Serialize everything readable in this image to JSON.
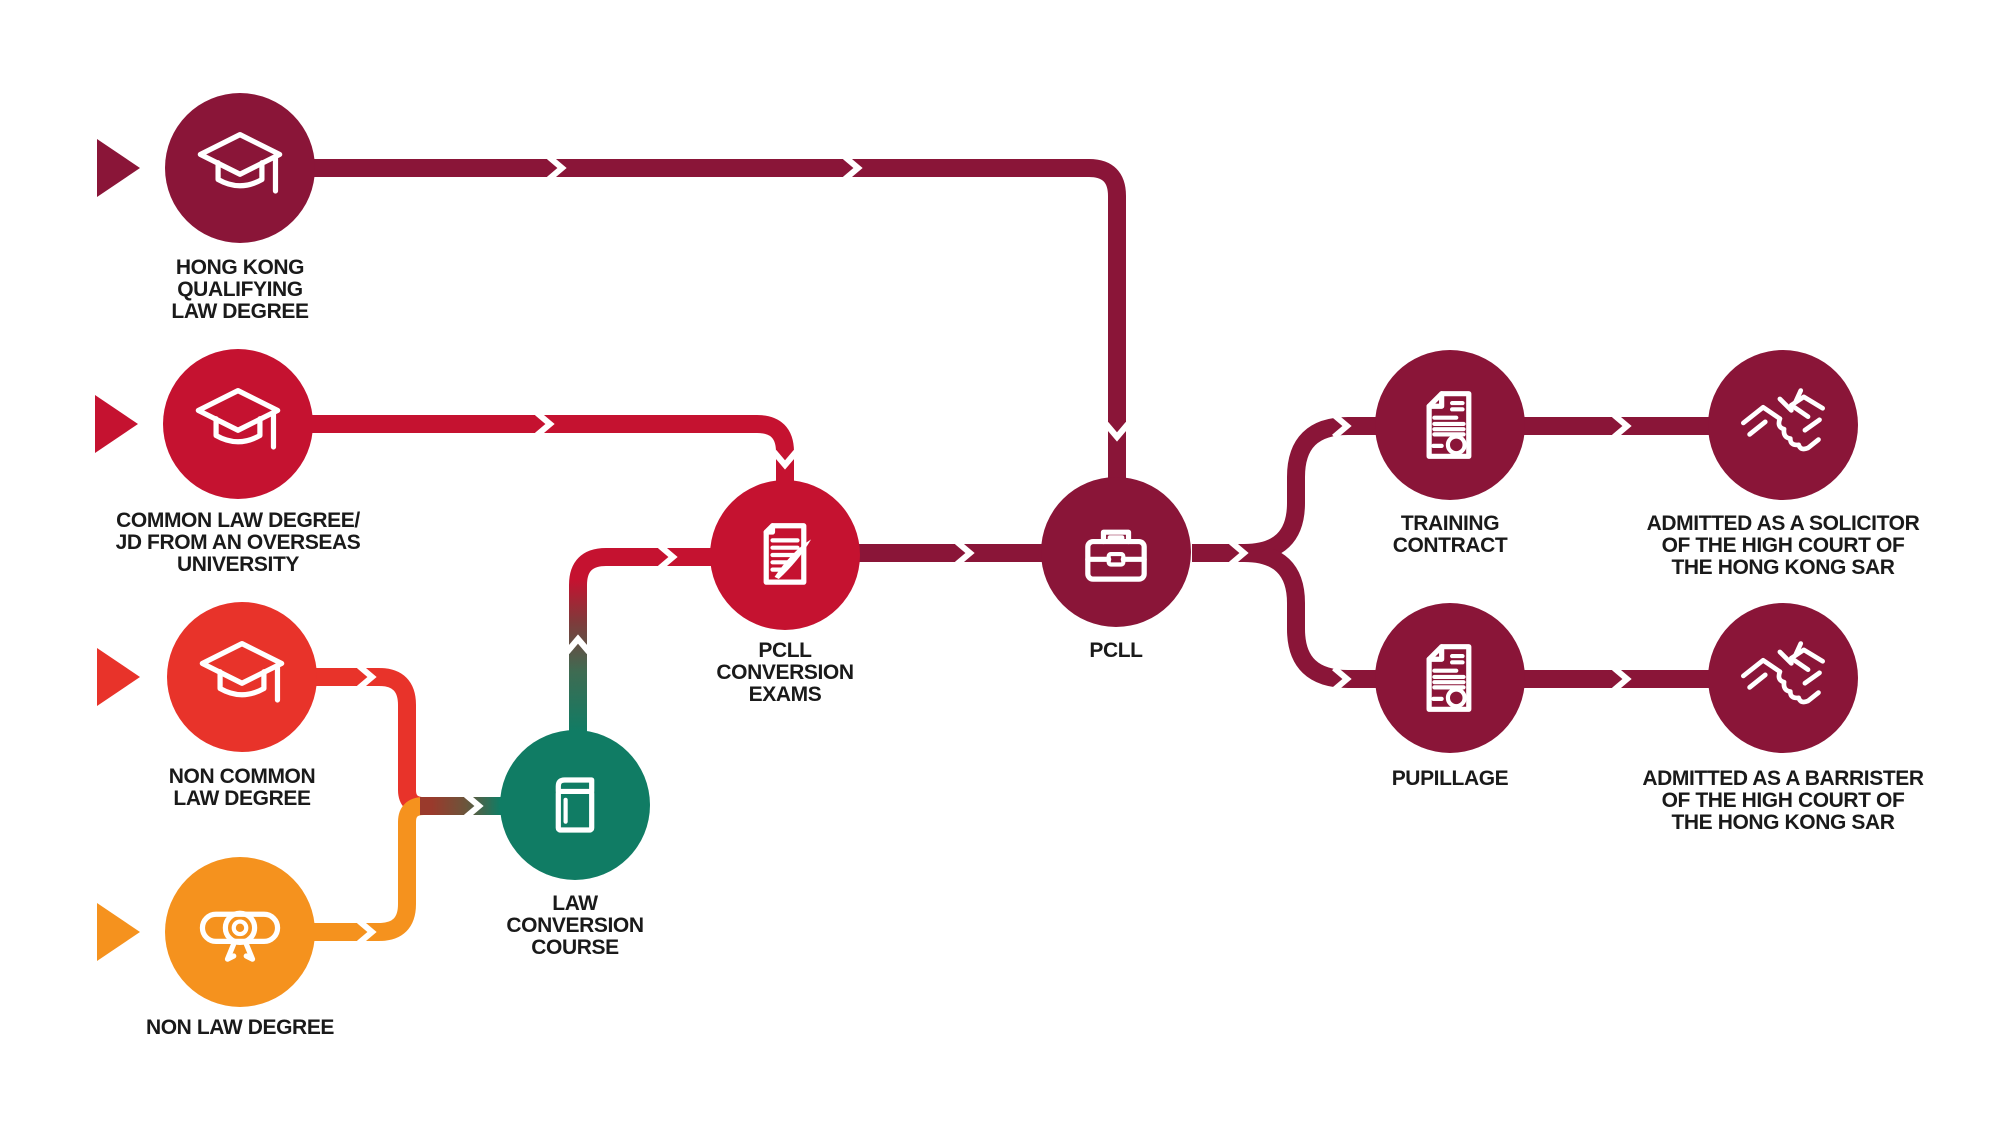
{
  "canvas": {
    "background": "#FFFFFF"
  },
  "colors": {
    "maroon": "#8A1538",
    "crimson": "#C51230",
    "red": "#E8332A",
    "orange": "#F5921E",
    "green": "#107C64",
    "label_text": "#1A1A1A",
    "chevron": "#FFFFFF"
  },
  "nodes": {
    "hk_degree": {
      "label": "HONG KONG\nQUALIFYING\nLAW DEGREE",
      "icon": "graduation-cap-icon",
      "color": "#8A1538"
    },
    "common_law": {
      "label": "COMMON LAW DEGREE/\nJD FROM AN OVERSEAS\nUNIVERSITY",
      "icon": "graduation-cap-icon",
      "color": "#C51230"
    },
    "non_common": {
      "label": "NON COMMON\nLAW DEGREE",
      "icon": "graduation-cap-icon",
      "color": "#E8332A"
    },
    "non_law": {
      "label": "NON LAW DEGREE",
      "icon": "diploma-icon",
      "color": "#F5921E"
    },
    "law_conversion": {
      "label": "LAW\nCONVERSION\nCOURSE",
      "icon": "book-icon",
      "color": "#107C64"
    },
    "pcll_conversion": {
      "label": "PCLL\nCONVERSION\nEXAMS",
      "icon": "exam-paper-pen-icon",
      "color": "#C51230"
    },
    "pcll": {
      "label": "PCLL",
      "icon": "briefcase-icon",
      "color": "#8A1538"
    },
    "training_contract": {
      "label": "TRAINING\nCONTRACT",
      "icon": "contract-document-icon",
      "color": "#8A1538"
    },
    "solicitor": {
      "label": "ADMITTED AS A SOLICITOR\nOF THE HIGH COURT OF\nTHE HONG KONG SAR",
      "icon": "handshake-icon",
      "color": "#8A1538"
    },
    "pupillage": {
      "label": "PUPILLAGE",
      "icon": "contract-document-icon",
      "color": "#8A1538"
    },
    "barrister": {
      "label": "ADMITTED AS A BARRISTER\nOF THE HIGH COURT OF\nTHE HONG KONG SAR",
      "icon": "handshake-icon",
      "color": "#8A1538"
    }
  },
  "edges": [
    {
      "from": "hk_degree",
      "to": "pcll"
    },
    {
      "from": "common_law",
      "to": "pcll_conversion"
    },
    {
      "from": "non_common",
      "to": "law_conversion"
    },
    {
      "from": "non_law",
      "to": "law_conversion"
    },
    {
      "from": "law_conversion",
      "to": "pcll_conversion"
    },
    {
      "from": "pcll_conversion",
      "to": "pcll"
    },
    {
      "from": "pcll",
      "to": "training_contract"
    },
    {
      "from": "pcll",
      "to": "pupillage"
    },
    {
      "from": "training_contract",
      "to": "solicitor"
    },
    {
      "from": "pupillage",
      "to": "barrister"
    }
  ]
}
